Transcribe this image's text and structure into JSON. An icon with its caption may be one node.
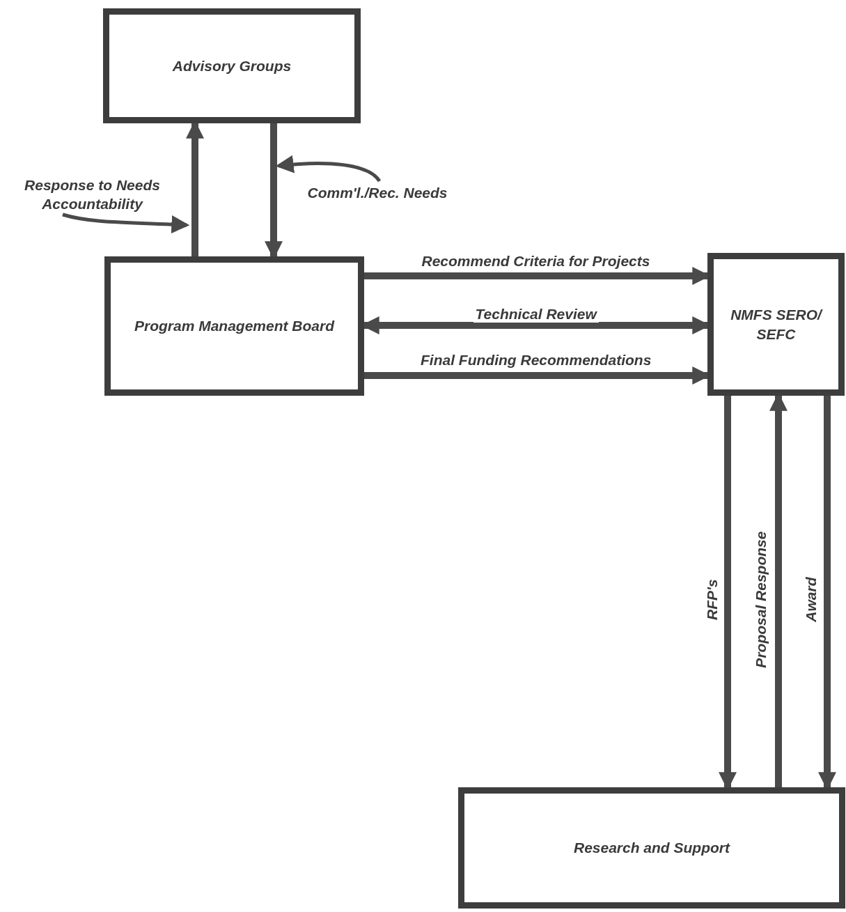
{
  "diagram": {
    "nodes": [
      {
        "text": [
          "Advisory Groups"
        ]
      },
      {
        "text": [
          "Program Management Board"
        ]
      },
      {
        "text": [
          "NMFS SERO/ SEFC"
        ]
      },
      {
        "text": [
          "Research and Support"
        ]
      },
      {
        "text": [
          "Response to Needs Accountability"
        ]
      },
      {
        "text": [
          "Comm'l./Rec. Needs"
        ]
      }
    ],
    "edges": [
      {
        "from": 1,
        "to": 0,
        "arrow": "to"
      },
      {
        "from": 0,
        "to": 1,
        "arrow": "to"
      },
      {
        "from": 1,
        "to": 2,
        "arrow": "to",
        "label": "Recommend Criteria for Projects"
      },
      {
        "from": 1,
        "to": 2,
        "arrow": "both",
        "label": "Technical Review"
      },
      {
        "from": 1,
        "to": 2,
        "arrow": "to",
        "label": "Final Funding Recommendations"
      },
      {
        "from": 2,
        "to": 3,
        "arrow": "to",
        "label": "RFP's"
      },
      {
        "from": 3,
        "to": 2,
        "arrow": "to",
        "label": "Proposal Response"
      },
      {
        "from": 2,
        "to": 3,
        "arrow": "to",
        "label": "Award"
      },
      {
        "from": 4,
        "to": null,
        "arrow": "to"
      },
      {
        "from": 5,
        "to": null,
        "arrow": "to"
      }
    ]
  }
}
